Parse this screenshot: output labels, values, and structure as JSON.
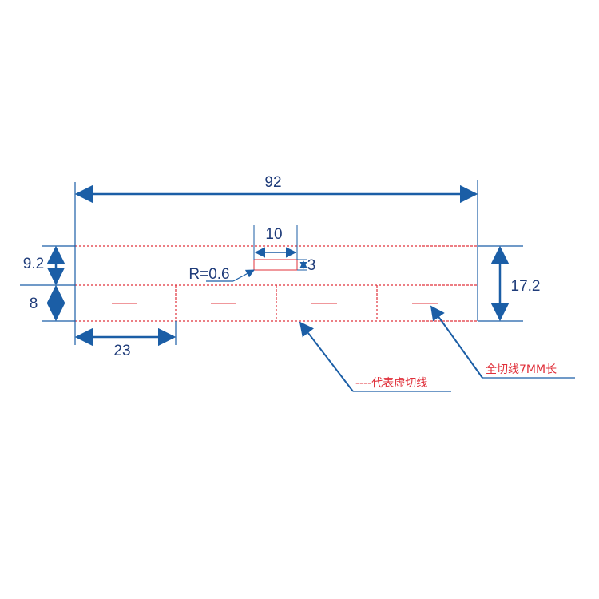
{
  "colors": {
    "dimension": "#1b5ea6",
    "text": "#1f3c7a",
    "cut_line": "#e0303a",
    "background": "#ffffff"
  },
  "dimensions": {
    "overall_width": "92",
    "top_height": "9.2",
    "bottom_height": "8",
    "total_height": "17.2",
    "segment_width": "23",
    "slot_width": "10",
    "slot_height": "3",
    "radius": "R=0.6"
  },
  "annotations": {
    "dashed_line_note": "----代表虚切线",
    "full_cut_note": "全切线7MM长"
  }
}
